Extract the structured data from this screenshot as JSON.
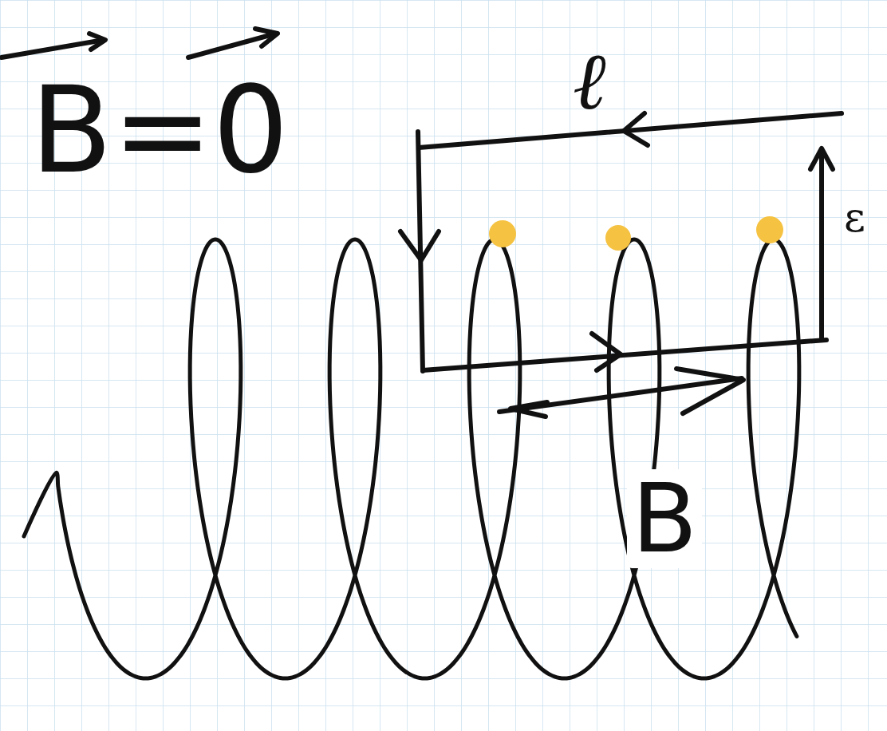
{
  "diagram": {
    "labels": [
      "B=0",
      "ℓ",
      "ε",
      "B"
    ]
  }
}
